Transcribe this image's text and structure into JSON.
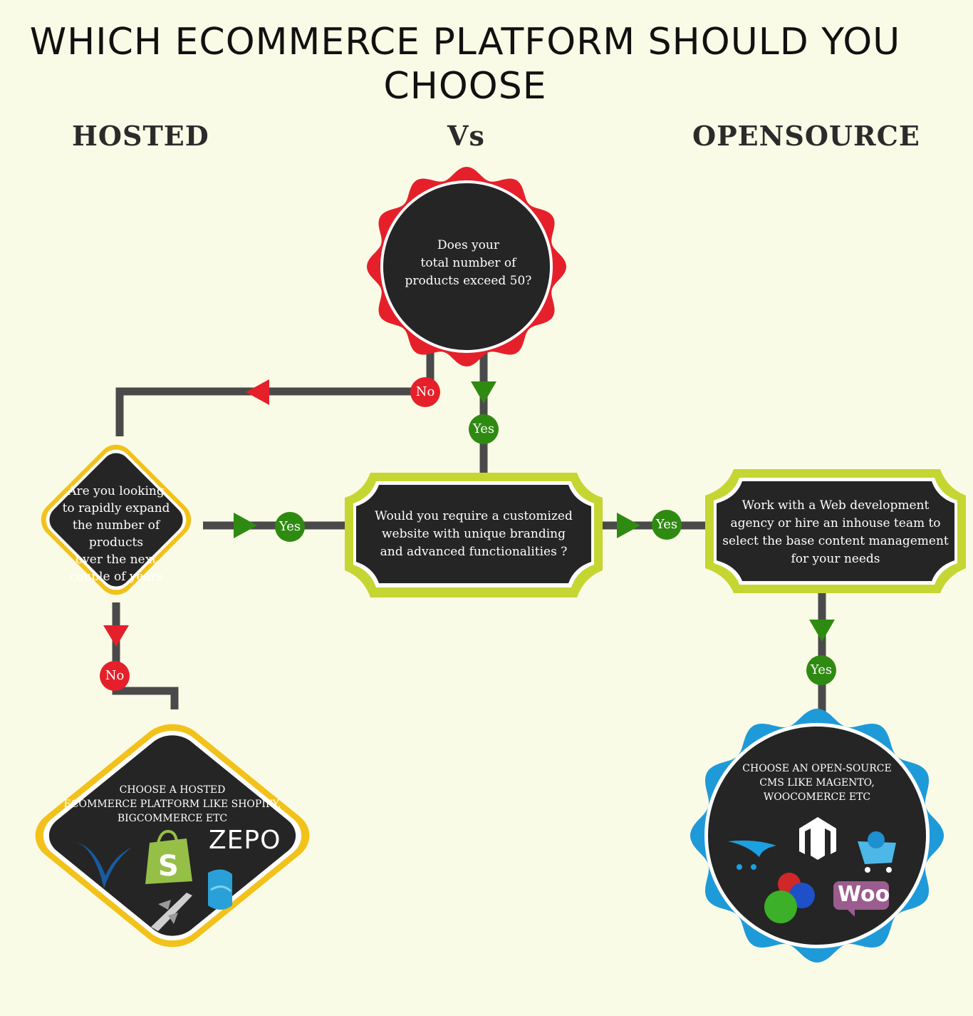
{
  "title": "WHICH ECOMMERCE PLATFORM SHOULD YOU\nCHOOSE",
  "headers": {
    "left": "HOSTED",
    "center": "Vs",
    "right": "OPENSOURCE"
  },
  "nodes": {
    "q1": "Does your\ntotal number of\nproducts exceed 50?",
    "q2": "Are you looking\nto rapidly expand\nthe number of products\nover the next\ncouple of years",
    "q3": "Would you require a customized\nwebsite with unique branding\nand advanced functionalities ?",
    "q4": "Work with a Web development\nagency or hire an inhouse team to\nselect the base content management\nfor your needs",
    "result_hosted": "CHOOSE A HOSTED\nECOMMERCE PLATFORM LIKE SHOPIFY,\nBIGCOMMERCE ETC",
    "result_open": "CHOOSE AN OPEN-SOURCE\nCMS LIKE MAGENTO,\nWOOCOMERCE ETC"
  },
  "badges": {
    "no": "No",
    "yes": "Yes"
  },
  "logos": {
    "zepo": "ZEPO",
    "woo": "Woo"
  },
  "colors": {
    "background": "#fafbe6",
    "node_fill": "#252525",
    "red": "#e5202a",
    "green": "#2f8a12",
    "lime": "#c5d633",
    "yellow": "#f2c21b",
    "blue": "#1e9ad9",
    "connector": "#4a4a4a"
  }
}
